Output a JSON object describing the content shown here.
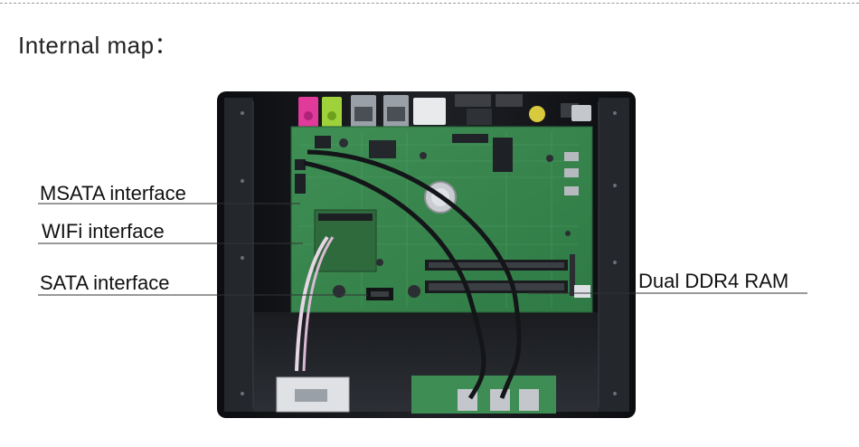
{
  "title": "Internal map：",
  "callouts": {
    "msata": "MSATA interface",
    "wifi": "WIFi interface",
    "sata": "SATA interface",
    "ddr4": "Dual DDR4 RAM"
  }
}
